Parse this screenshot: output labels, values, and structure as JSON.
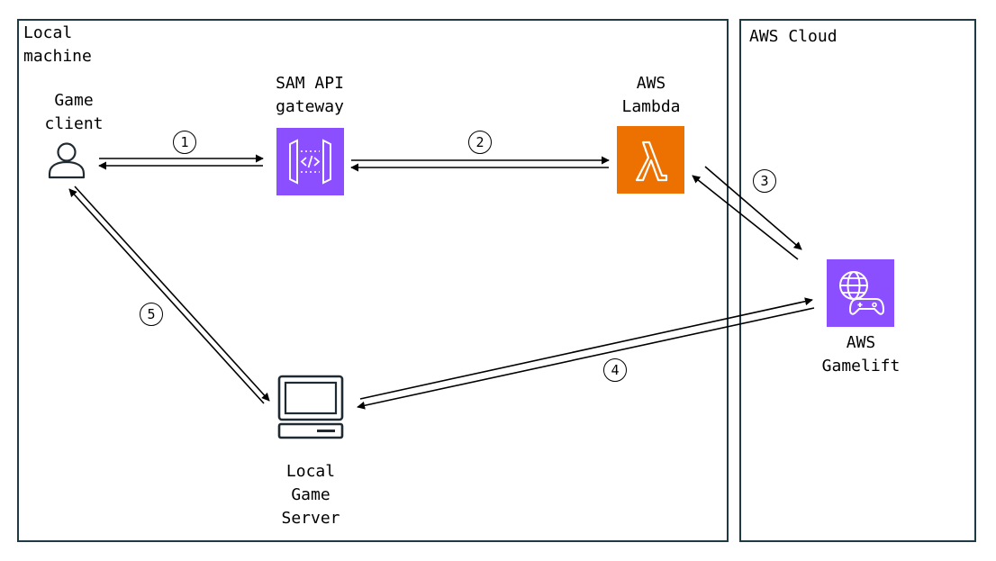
{
  "regions": {
    "local": {
      "label": "Local\nmachine"
    },
    "cloud": {
      "label": "AWS Cloud"
    }
  },
  "nodes": {
    "game_client": {
      "label": "Game\nclient",
      "icon": "user-icon"
    },
    "sam_api_gateway": {
      "label": "SAM API\ngateway",
      "icon": "api-gateway-icon",
      "color": "#8C4FFF"
    },
    "aws_lambda": {
      "label": "AWS\nLambda",
      "icon": "lambda-icon",
      "color": "#ED7100"
    },
    "aws_gamelift": {
      "label": "AWS\nGamelift",
      "icon": "gamelift-icon",
      "color": "#8C4FFF"
    },
    "local_game_server": {
      "label": "Local\nGame\nServer",
      "icon": "desktop-computer-icon"
    }
  },
  "steps": [
    "1",
    "2",
    "3",
    "4",
    "5"
  ],
  "colors": {
    "border": "#1f3a44",
    "arrow": "#000000"
  }
}
